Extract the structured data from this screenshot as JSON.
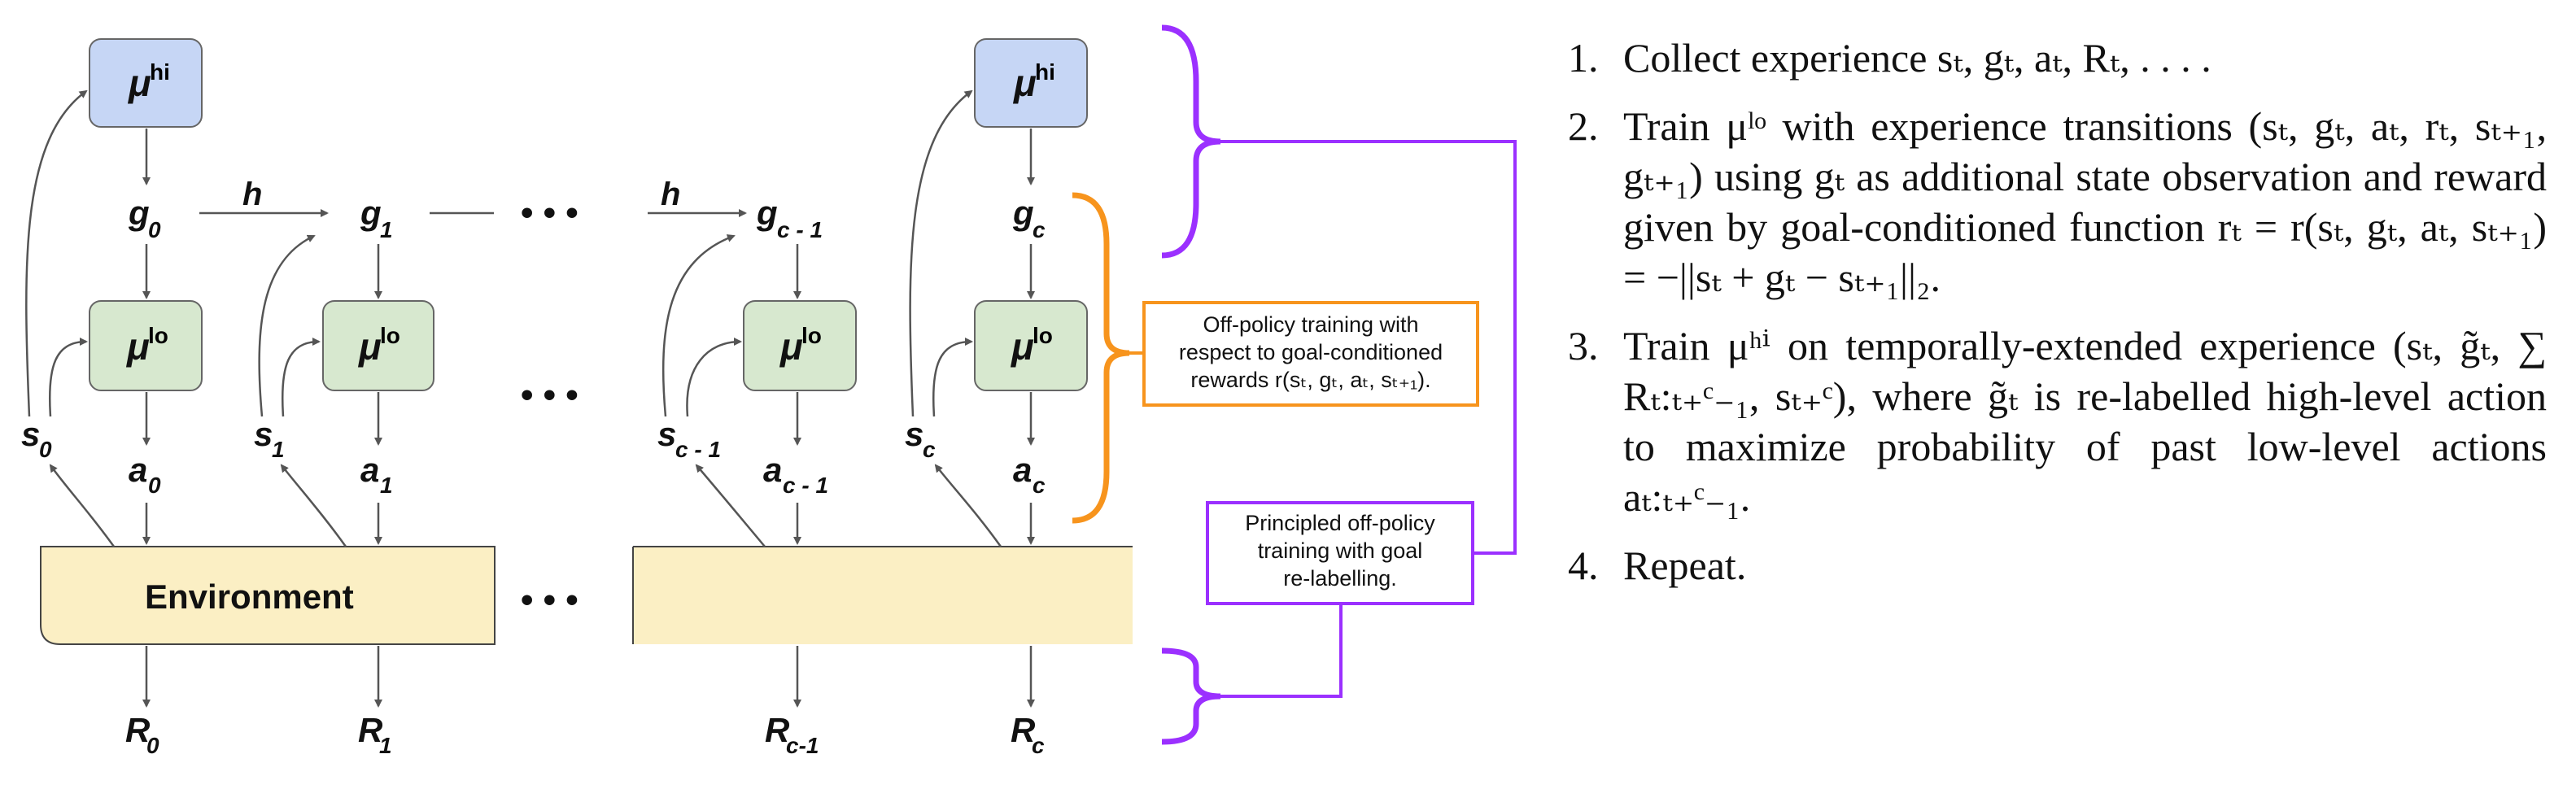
{
  "nodes": {
    "mu": "μ",
    "hi": "hi",
    "lo": "lo",
    "h": "h",
    "goals": [
      {
        "base": "g",
        "sub": "0"
      },
      {
        "base": "g",
        "sub": "1"
      },
      {
        "base": "g",
        "sub": "c - 1"
      },
      {
        "base": "g",
        "sub": "c"
      }
    ],
    "states": [
      {
        "base": "s",
        "sub": "0"
      },
      {
        "base": "s",
        "sub": "1"
      },
      {
        "base": "s",
        "sub": "c - 1"
      },
      {
        "base": "s",
        "sub": "c"
      }
    ],
    "actions": [
      {
        "base": "a",
        "sub": "0"
      },
      {
        "base": "a",
        "sub": "1"
      },
      {
        "base": "a",
        "sub": "c - 1"
      },
      {
        "base": "a",
        "sub": "c"
      }
    ],
    "rewards": [
      {
        "base": "R",
        "sub": "0"
      },
      {
        "base": "R",
        "sub": "1"
      },
      {
        "base": "R",
        "sub": "c-1"
      },
      {
        "base": "R",
        "sub": "c"
      }
    ],
    "environment": "Environment",
    "ellipsis": "• • •"
  },
  "callouts": {
    "orange": {
      "line1": "Off-policy training with",
      "line2": "respect to goal-conditioned",
      "line3": "rewards r(sₜ, gₜ, aₜ, sₜ₊₁)."
    },
    "purple": {
      "line1": "Principled off-policy",
      "line2": "training with goal",
      "line3": "re-labelling."
    }
  },
  "colors": {
    "hi_box": "#c6d6f5",
    "lo_box": "#d7e8cf",
    "env_box": "#fbefc4",
    "orange": "#f7941d",
    "purple": "#9b30ff"
  },
  "steps": [
    {
      "num": "1.",
      "text": "Collect experience sₜ, gₜ, aₜ, Rₜ, . . . ."
    },
    {
      "num": "2.",
      "text": "Train μˡᵒ with experience transitions (sₜ, gₜ, aₜ, rₜ, sₜ₊₁, gₜ₊₁) using gₜ as additional state observation and reward given by goal-conditioned function rₜ = r(sₜ, gₜ, aₜ, sₜ₊₁) = −||sₜ + gₜ − sₜ₊₁||₂."
    },
    {
      "num": "3.",
      "text": "Train μʰⁱ on temporally-extended experience (sₜ, g̃ₜ, ∑ Rₜ:ₜ₊ᶜ₋₁, sₜ₊ᶜ), where g̃ₜ is re-labelled high-level action to maximize probability of past low-level actions aₜ:ₜ₊ᶜ₋₁."
    },
    {
      "num": "4.",
      "text": "Repeat."
    }
  ]
}
